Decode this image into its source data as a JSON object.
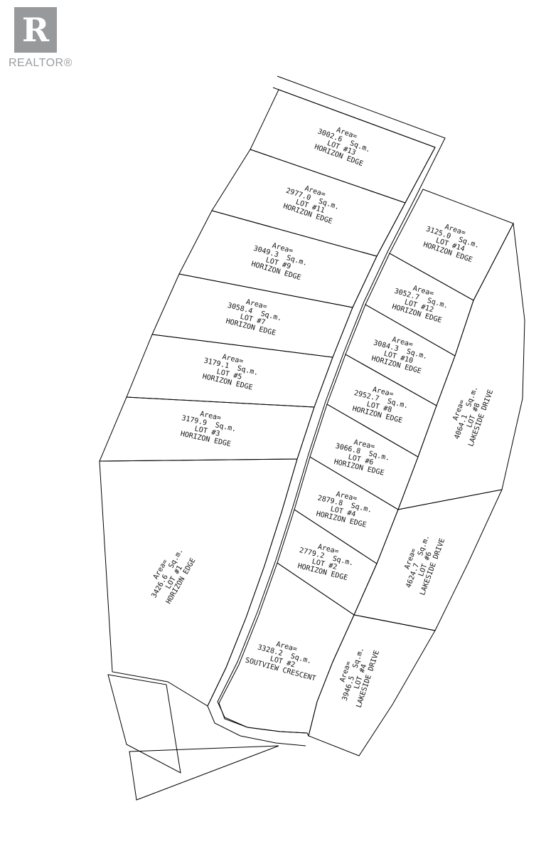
{
  "branding": {
    "logo_letter": "R",
    "wordmark": "REALTOR®"
  },
  "map": {
    "area_prefix": "Area=",
    "lots": [
      {
        "id": "lot-13-horizon-edge",
        "area": "3002.6  Sq.m.",
        "lot": "LOT #13",
        "street": "HORIZON EDGE"
      },
      {
        "id": "lot-11-horizon-edge",
        "area": "2977.0  Sq.m.",
        "lot": "LOT #11",
        "street": "HORIZON EDGE"
      },
      {
        "id": "lot-9-horizon-edge",
        "area": "3049.3  Sq.m.",
        "lot": "LOT #9",
        "street": "HORIZON EDGE"
      },
      {
        "id": "lot-7-horizon-edge",
        "area": "3058.4  Sq.m.",
        "lot": "LOT #7",
        "street": "HORIZON EDGE"
      },
      {
        "id": "lot-5-horizon-edge",
        "area": "3179.1  Sq.m.",
        "lot": "LOT #5",
        "street": "HORIZON EDGE"
      },
      {
        "id": "lot-3-horizon-edge",
        "area": "3179.9  Sq.m.",
        "lot": "LOT #3",
        "street": "HORIZON EDGE"
      },
      {
        "id": "lot-1-horizon-edge",
        "area": "3426.6  Sq.m.",
        "lot": "LOT #1",
        "street": "HORIZON EDGE"
      },
      {
        "id": "lot-14-horizon-edge",
        "area": "3125.0  Sq.m.",
        "lot": "LOT #14",
        "street": "HORIZON EDGE"
      },
      {
        "id": "lot-12-horizon-edge",
        "area": "3052.7  Sq.m.",
        "lot": "LOT #12",
        "street": "HORIZON EDGE"
      },
      {
        "id": "lot-10-horizon-edge",
        "area": "3084.3  Sq.m.",
        "lot": "LOT #10",
        "street": "HORIZON EDGE"
      },
      {
        "id": "lot-8-horizon-edge",
        "area": "2952.7  Sq.m.",
        "lot": "LOT #8",
        "street": "HORIZON EDGE"
      },
      {
        "id": "lot-6-horizon-edge",
        "area": "3066.8  Sq.m.",
        "lot": "LOT #6",
        "street": "HORIZON EDGE"
      },
      {
        "id": "lot-4-horizon-edge",
        "area": "2879.8  Sq.m.",
        "lot": "LOT #4",
        "street": "HORIZON EDGE"
      },
      {
        "id": "lot-2-horizon-edge",
        "area": "2779.2  Sq.m.",
        "lot": "LOT #2",
        "street": "HORIZON EDGE"
      },
      {
        "id": "lot-2-soutview-crescent",
        "area": "3328.2  Sq.m.",
        "lot": "LOT #2",
        "street": "SOUTVIEW CRESCENT"
      },
      {
        "id": "lot-8-lakeside-drive",
        "area": "4064.1  Sq.m.",
        "lot": "LOT #8",
        "street": "LAKESIDE DRIVE"
      },
      {
        "id": "lot-6-lakeside-drive",
        "area": "4624.7  Sq.m.",
        "lot": "LOT #6",
        "street": "LAKESIDE DRIVE"
      },
      {
        "id": "lot-4-lakeside-drive",
        "area": "3946.5  Sq.m.",
        "lot": "LOT #4",
        "street": "LAKESIDE DRIVE"
      }
    ]
  }
}
